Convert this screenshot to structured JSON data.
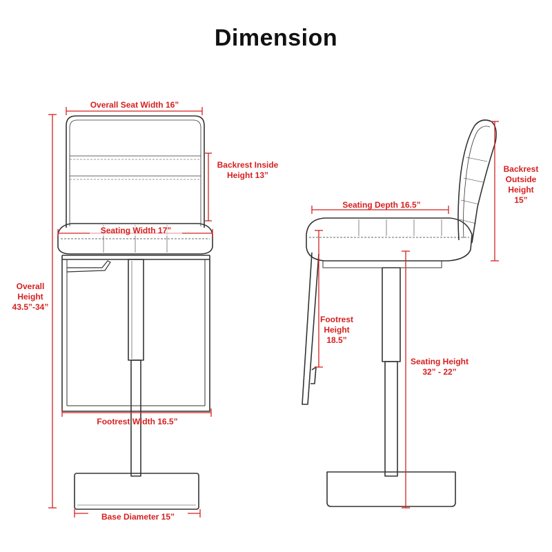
{
  "title": "Dimension",
  "labels": {
    "overall_seat_width": "Overall Seat Width 16”",
    "backrest_inside_1": "Backrest Inside",
    "backrest_inside_2": "Height 13”",
    "seating_width": "Seating Width 17”",
    "overall_height_1": "Overall",
    "overall_height_2": "Height",
    "overall_height_3": "43.5”-34”",
    "footrest_width": "Footrest Width 16.5”",
    "base_diameter": "Base Diameter 15”",
    "seating_depth": "Seating Depth 16.5”",
    "backrest_outside_1": "Backrest",
    "backrest_outside_2": "Outside",
    "backrest_outside_3": "Height",
    "backrest_outside_4": "15”",
    "footrest_height_1": "Footrest",
    "footrest_height_2": "Height",
    "footrest_height_3": "18.5”",
    "seating_height_1": "Seating Height",
    "seating_height_2": "32” - 22”"
  },
  "colors": {
    "dimension": "#d61f1f",
    "sketch": "#333333"
  }
}
